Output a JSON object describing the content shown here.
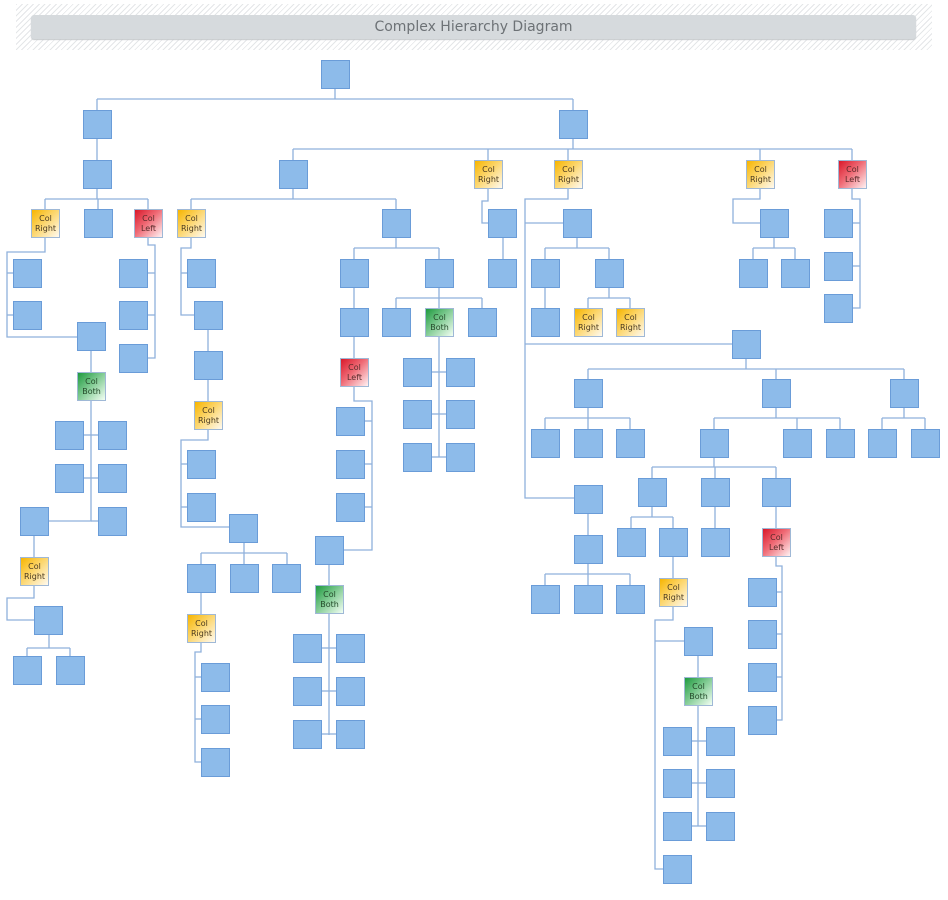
{
  "title": "Complex Hierarchy Diagram",
  "node_labels": {
    "cr": "Col Right",
    "cl": "Col Left",
    "cb": "Col Both"
  },
  "colors": {
    "node": "#8dbbea",
    "node_border": "#6a9cd8",
    "connector": "#8fb1dc",
    "col_right": "#f7b500",
    "col_left": "#d9182a",
    "col_both": "#1f9a3f"
  }
}
